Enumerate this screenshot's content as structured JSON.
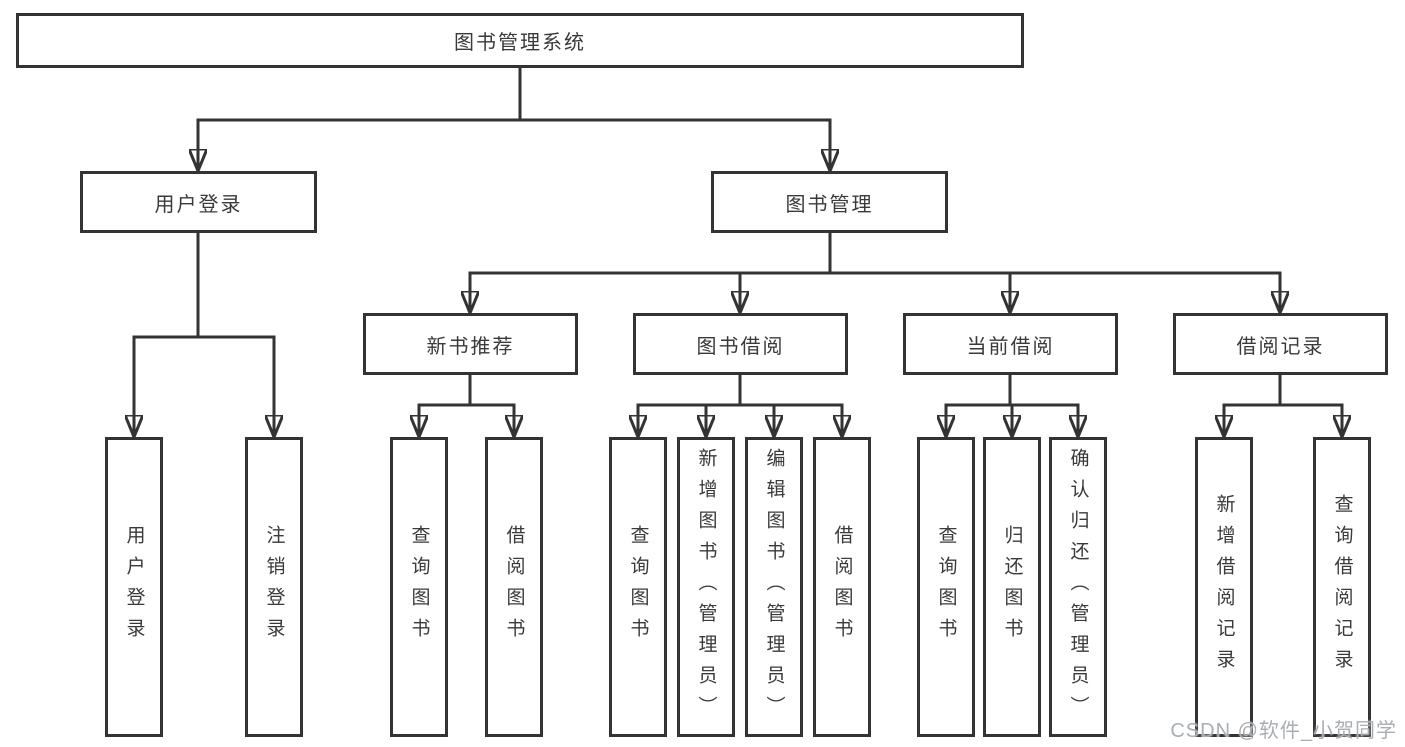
{
  "tree": {
    "root": "图书管理系统",
    "level2": [
      {
        "label": "用户登录",
        "children": [
          "用户登录",
          "注销登录"
        ]
      },
      {
        "label": "图书管理",
        "modules": [
          {
            "label": "新书推荐",
            "children": [
              "查询图书",
              "借阅图书"
            ]
          },
          {
            "label": "图书借阅",
            "children": [
              "查询图书",
              "新增图书（管理员）",
              "编辑图书（管理员）",
              "借阅图书"
            ]
          },
          {
            "label": "当前借阅",
            "children": [
              "查询图书",
              "归还图书",
              "确认归还（管理员）"
            ]
          },
          {
            "label": "借阅记录",
            "children": [
              "新增借阅记录",
              "查询借阅记录"
            ]
          }
        ]
      }
    ]
  },
  "watermark": {
    "text": "CSDN @软件_小贺同学"
  },
  "colors": {
    "line": "#333333",
    "box_border": "#333333",
    "box_background": "#ffffff",
    "text": "#3a3a3a",
    "watermark": "#a9aeb2"
  }
}
